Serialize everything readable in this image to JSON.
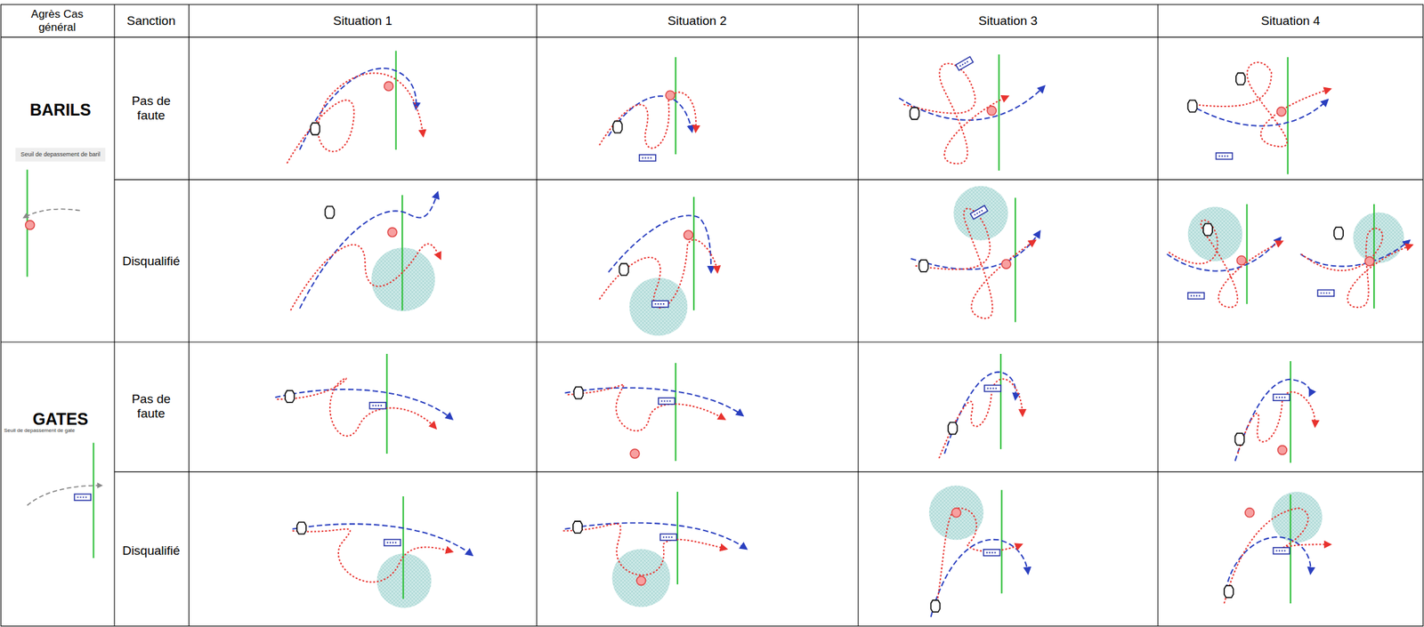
{
  "diagram": {
    "labels": [
      "Agrès Cas général",
      "Sanction",
      "Situation 1",
      "Situation 2",
      "Situation 3",
      "Situation 4",
      "BARILS",
      "Seuil de depassement de baril",
      "Pas de faute",
      "Disqualifié",
      "GATES",
      "Seuil de depassement de gate",
      "Pas de faute",
      "Disqualifié"
    ]
  }
}
